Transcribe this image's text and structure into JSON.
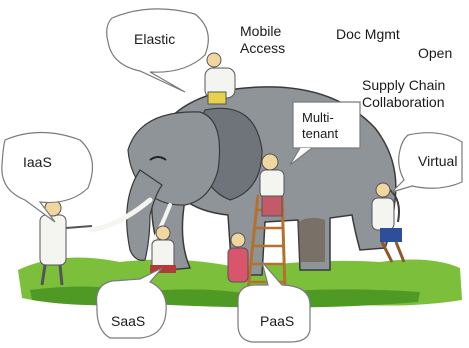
{
  "labels": {
    "elastic": "Elastic",
    "mobile_access": "Mobile\nAccess",
    "doc_mgmt": "Doc Mgmt",
    "open": "Open",
    "supply_chain": "Supply Chain\nCollaboration",
    "multi_tenant": "Multi-\ntenant",
    "iaas": "IaaS",
    "virtual": "Virtual",
    "saas": "SaaS",
    "paas": "PaaS"
  },
  "colors": {
    "elephant": "#8f9499",
    "elephant_shadow": "#6f747a",
    "grass": "#7cbf3a",
    "grass_dark": "#4f9a25",
    "lab_coat": "#f4f4f0",
    "ladder": "#b5702e",
    "bubble_stroke": "#7a7a7a"
  },
  "icons": {
    "elephant": "elephant-illustration",
    "men": "blind-men-illustration",
    "bubbles": "speech-bubble-icon"
  }
}
